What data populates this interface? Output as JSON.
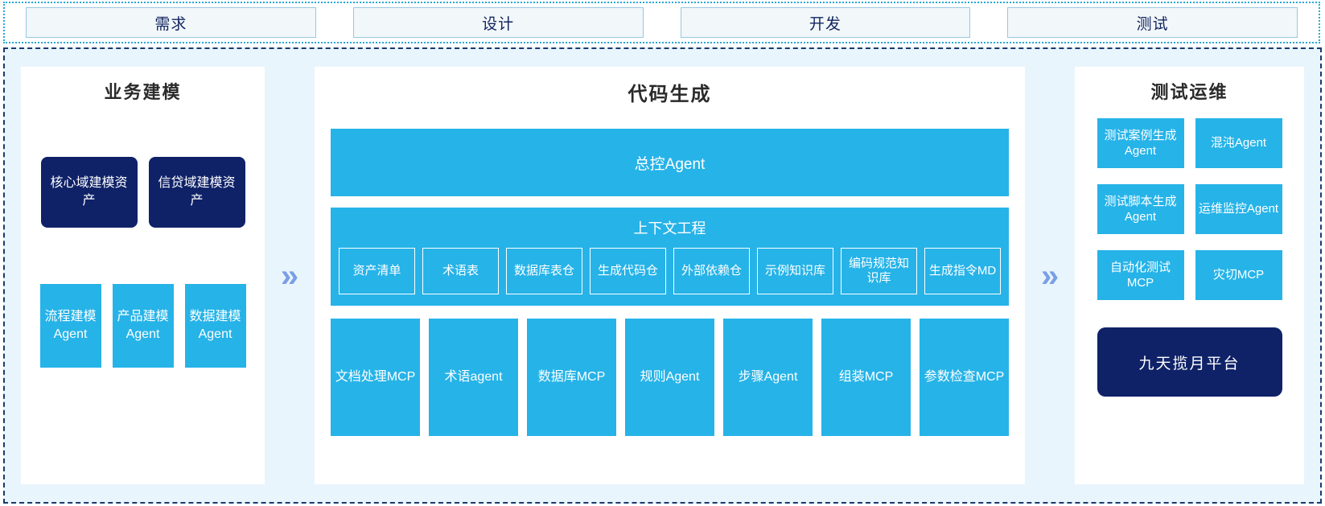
{
  "stages": {
    "items": [
      {
        "label": "需求"
      },
      {
        "label": "设计"
      },
      {
        "label": "开发"
      },
      {
        "label": "测试"
      }
    ]
  },
  "arrows": {
    "glyph": "»"
  },
  "business_modeling": {
    "title": "业务建模",
    "assets": [
      {
        "label": "核心域建模资产"
      },
      {
        "label": "信贷域建模资产"
      }
    ],
    "agents": [
      {
        "label": "流程建模Agent"
      },
      {
        "label": "产品建模Agent"
      },
      {
        "label": "数据建模Agent"
      }
    ]
  },
  "code_generation": {
    "title": "代码生成",
    "master_agent": "总控Agent",
    "context_engineering": {
      "title": "上下文工程",
      "items": [
        {
          "label": "资产清单"
        },
        {
          "label": "术语表"
        },
        {
          "label": "数据库表仓"
        },
        {
          "label": "生成代码仓"
        },
        {
          "label": "外部依赖仓"
        },
        {
          "label": "示例知识库"
        },
        {
          "label": "编码规范知识库"
        },
        {
          "label": "生成指令MD"
        }
      ]
    },
    "tools": [
      {
        "label": "文档处理MCP"
      },
      {
        "label": "术语agent"
      },
      {
        "label": "数据库MCP"
      },
      {
        "label": "规则Agent"
      },
      {
        "label": "步骤Agent"
      },
      {
        "label": "组装MCP"
      },
      {
        "label": "参数检查MCP"
      }
    ]
  },
  "test_ops": {
    "title": "测试运维",
    "cards": [
      {
        "label": "测试案例生成Agent"
      },
      {
        "label": "混沌Agent"
      },
      {
        "label": "测试脚本生成Agent"
      },
      {
        "label": "运维监控Agent"
      },
      {
        "label": "自动化测试MCP"
      },
      {
        "label": "灾切MCP"
      }
    ],
    "platform": "九天揽月平台"
  },
  "colors": {
    "cyan": "#26b3e8",
    "navy": "#0f2268",
    "arrow": "#7a9fe6",
    "region_bg": "#e9f5fd",
    "stage_bg": "#f2f7fa",
    "stage_border": "#97c9df",
    "region_border": "#1b3a6b",
    "band_border": "#29a8d8"
  }
}
